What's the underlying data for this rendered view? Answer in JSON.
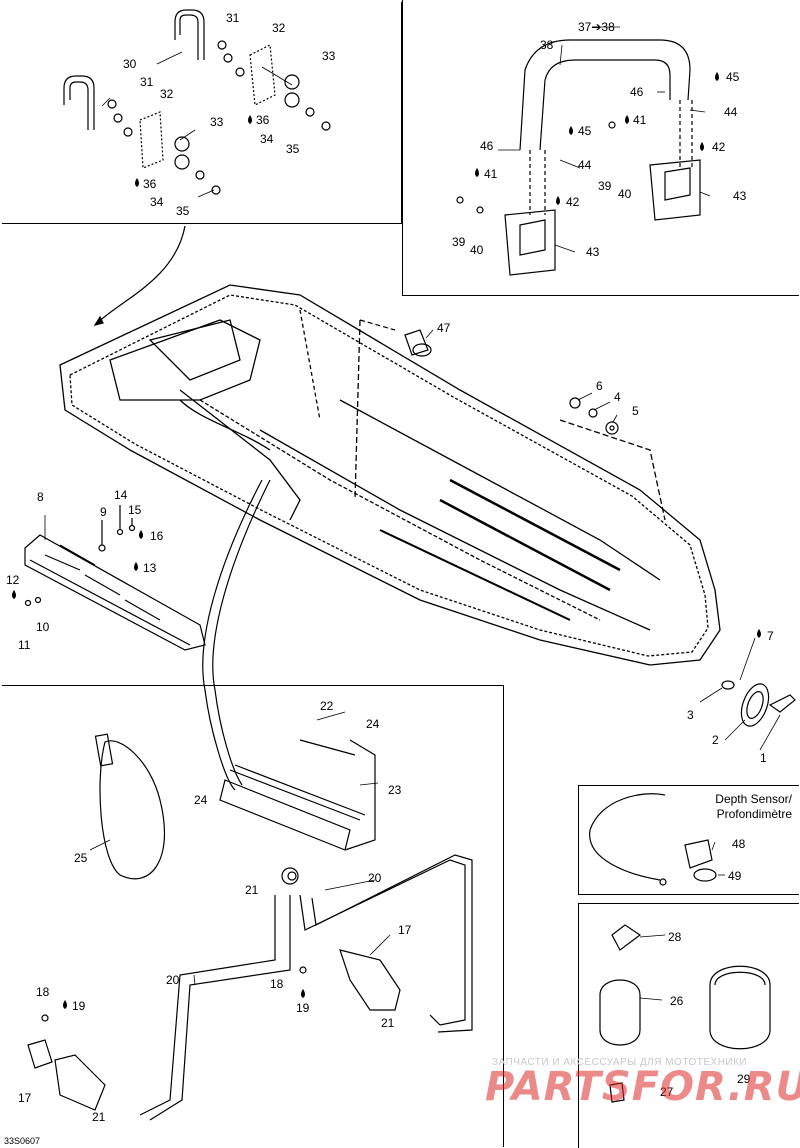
{
  "callouts": {
    "c1": "1",
    "c2": "2",
    "c3": "3",
    "c4": "4",
    "c5": "5",
    "c6": "6",
    "c7": "7",
    "c8": "8",
    "c9": "9",
    "c10": "10",
    "c11": "11",
    "c12": "12",
    "c13": "13",
    "c14": "14",
    "c15": "15",
    "c16": "16",
    "c17a": "17",
    "c17b": "17",
    "c18a": "18",
    "c18b": "18",
    "c19a": "19",
    "c19b": "19",
    "c20a": "20",
    "c20b": "20",
    "c21a": "21",
    "c21b": "21",
    "c21c": "21",
    "c22": "22",
    "c23": "23",
    "c24a": "24",
    "c24b": "24",
    "c25": "25",
    "c26": "26",
    "c27": "27",
    "c28": "28",
    "c29": "29",
    "c30": "30",
    "c31a": "31",
    "c31b": "31",
    "c32a": "32",
    "c32b": "32",
    "c33a": "33",
    "c33b": "33",
    "c34a": "34",
    "c34b": "34",
    "c35a": "35",
    "c35b": "35",
    "c36a": "36",
    "c36b": "36",
    "c37": "37➔38",
    "c38": "38",
    "c39a": "39",
    "c39b": "39",
    "c40a": "40",
    "c40b": "40",
    "c41a": "41",
    "c41b": "41",
    "c42a": "42",
    "c42b": "42",
    "c43a": "43",
    "c43b": "43",
    "c44a": "44",
    "c44b": "44",
    "c45a": "45",
    "c45b": "45",
    "c46a": "46",
    "c46b": "46",
    "c47": "47",
    "c48": "48",
    "c49": "49"
  },
  "depth_sensor_caption": {
    "line1": "Depth Sensor/",
    "line2": "Profondimètre"
  },
  "drawing_code": "33S0607",
  "watermark": {
    "line1": "ЗАПЧАСТИ И АКСЕССУАРЫ ДЛЯ МОТОТЕХНИКИ",
    "logo": "PARTSFOR.RU"
  },
  "icons": {
    "drop": "sealant-drop-icon",
    "fastener": "washer-icon"
  }
}
